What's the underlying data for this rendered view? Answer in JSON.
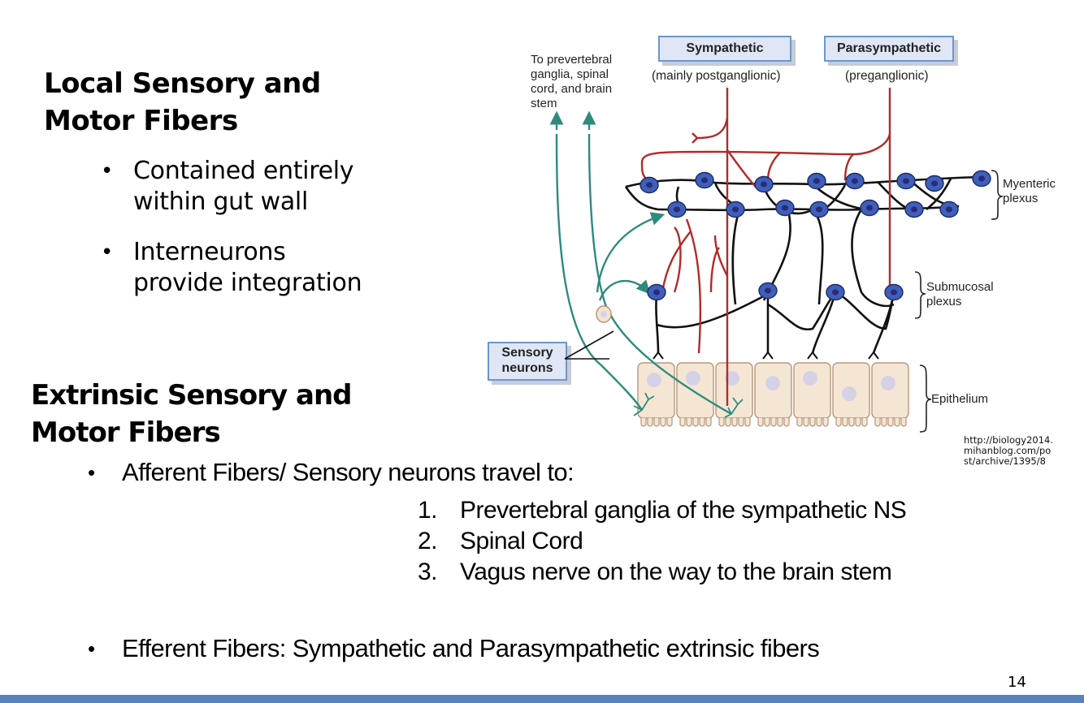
{
  "slide": {
    "page_number": "14",
    "footer_bar_color": "#5a81ba",
    "local": {
      "heading_line1": "Local Sensory and",
      "heading_line2": "Motor Fibers",
      "bullets": [
        {
          "line1": "Contained entirely",
          "line2": "within gut wall"
        },
        {
          "line1": "Interneurons",
          "line2": "provide integration"
        }
      ]
    },
    "extrinsic": {
      "heading_line1": "Extrinsic Sensory and",
      "heading_line2": "Motor Fibers",
      "afferent_bullet": "Afferent Fibers/ Sensory neurons travel to:",
      "destinations": [
        {
          "num": "1.",
          "text": "Prevertebral ganglia of the sympathetic NS"
        },
        {
          "num": "2.",
          "text": "Spinal Cord"
        },
        {
          "num": "3.",
          "text": "Vagus nerve on the way to the brain stem"
        }
      ],
      "efferent_bullet": "Efferent Fibers: Sympathetic and Parasympathetic extrinsic fibers"
    },
    "bullet_glyph": "•"
  },
  "diagram": {
    "top_left_label": [
      "To prevertebral",
      "ganglia, spinal",
      "cord, and brain",
      "stem"
    ],
    "sympathetic_box": "Sympathetic",
    "sympathetic_sub": "(mainly postganglionic)",
    "parasympathetic_box": "Parasympathetic",
    "parasympathetic_sub": "(preganglionic)",
    "myenteric_label": [
      "Myenteric",
      "plexus"
    ],
    "submucosal_label": [
      "Submucosal",
      "plexus"
    ],
    "epithelium_label": "Epithelium",
    "sensory_box": [
      "Sensory",
      "neurons"
    ],
    "source_credit": [
      "http://biology2014.",
      "mihanblog.com/po",
      "st/archive/1395/8"
    ],
    "colors": {
      "sympathetic_red": "#b22a2a",
      "sensory_teal": "#2f8a7e",
      "neuron_blue": "#3f5fb8",
      "epithelium_fill": "#f5e6d4",
      "nucleus": "#d6d2e6"
    }
  }
}
